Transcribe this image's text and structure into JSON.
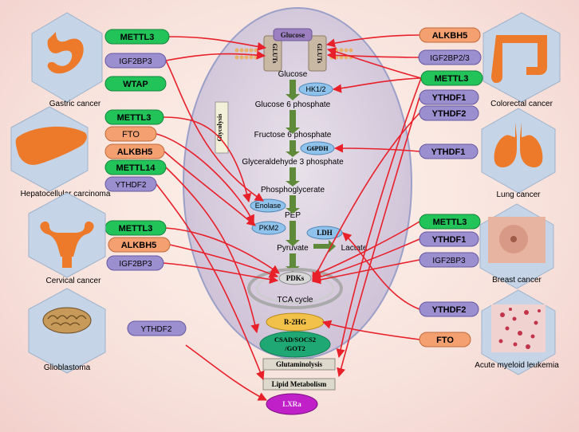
{
  "cell": {
    "glucose_top": "Glucose",
    "glut_left": "GLUTs",
    "glut_right": "GLUTs",
    "glycolysis": "Glycolysis",
    "tca": "TCA cycle"
  },
  "pathway": {
    "glucose": "Glucose",
    "g6p": "Glucose 6 phosphate",
    "f6p": "Fructose 6 phosphate",
    "g3p": "Glyceraldehyde 3 phosphate",
    "pg": "Phosphoglycerate",
    "pep": "PEP",
    "pyruvate": "Pyruvate",
    "lactate": "Lactate"
  },
  "enzymes": {
    "hk": "HK1/2",
    "g6pdh": "G6PDH",
    "enolase": "Enolase",
    "pkm2": "PKM2",
    "ldh": "LDH",
    "pdks": "PDKs",
    "r2hg": "R-2HG",
    "csad_line1": "CSAD/SOCS2",
    "csad_line2": "/GOT2",
    "lxra": "LXRa"
  },
  "processes": {
    "glutaminolysis": "Glutaminolysis",
    "lipid": "Lipid Metabolism"
  },
  "cancers": {
    "gastric": "Gastric cancer",
    "hcc": "Hepatocellular carcinoma",
    "cervical": "Cervical cancer",
    "glioblastoma": "Glioblastoma",
    "colorectal": "Colorectal cancer",
    "lung": "Lung cancer",
    "breast": "Breast cancer",
    "aml": "Acute myeloid leukemia"
  },
  "regulators_left": [
    {
      "text": "METTL3",
      "kind": "writer"
    },
    {
      "text": "IGF2BP3",
      "kind": "reader"
    },
    {
      "text": "WTAP",
      "kind": "writer"
    },
    {
      "text": "METTL3",
      "kind": "writer"
    },
    {
      "text": "FTO",
      "kind": "eraser"
    },
    {
      "text": "ALKBH5",
      "kind": "eraser"
    },
    {
      "text": "METTL14",
      "kind": "writer"
    },
    {
      "text": "YTHDF2",
      "kind": "reader"
    },
    {
      "text": "METTL3",
      "kind": "writer"
    },
    {
      "text": "ALKBH5",
      "kind": "eraser"
    },
    {
      "text": "IGF2BP3",
      "kind": "reader"
    },
    {
      "text": "YTHDF2",
      "kind": "reader"
    }
  ],
  "regulators_right": [
    {
      "text": "ALKBH5",
      "kind": "eraser"
    },
    {
      "text": "IGF2BP2/3",
      "kind": "reader"
    },
    {
      "text": "METTL3",
      "kind": "writer"
    },
    {
      "text": "YTHDF1",
      "kind": "reader"
    },
    {
      "text": "YTHDF2",
      "kind": "reader"
    },
    {
      "text": "YTHDF1",
      "kind": "reader"
    },
    {
      "text": "METTL3",
      "kind": "writer"
    },
    {
      "text": "YTHDF1",
      "kind": "reader"
    },
    {
      "text": "IGF2BP3",
      "kind": "reader"
    },
    {
      "text": "YTHDF2",
      "kind": "reader"
    },
    {
      "text": "FTO",
      "kind": "eraser"
    }
  ],
  "colors": {
    "writer": "#22c45a",
    "reader": "#9b8fd0",
    "eraser": "#f4a070",
    "arrow": "#e8202a",
    "pathway_arrow": "#5f8a3a",
    "enzyme": "#8fc3ec",
    "cell_fill": "#d9cfe0",
    "hex": "#c5d4e6"
  }
}
